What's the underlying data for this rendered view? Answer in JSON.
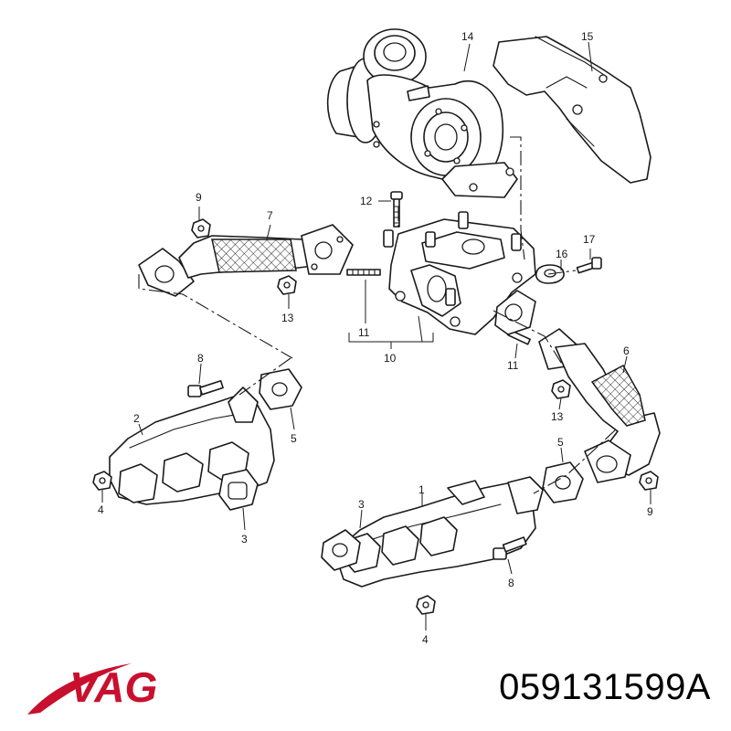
{
  "brand": {
    "name": "VAG",
    "color": "#c8102e"
  },
  "part_number": "059131599A",
  "callouts": {
    "c1": "1",
    "c2": "2",
    "c3a": "3",
    "c3b": "3",
    "c4a": "4",
    "c4b": "4",
    "c5a": "5",
    "c5b": "5",
    "c6": "6",
    "c7": "7",
    "c8a": "8",
    "c8b": "8",
    "c9a": "9",
    "c9b": "9",
    "c10": "10",
    "c11a": "11",
    "c11b": "11",
    "c12": "12",
    "c13a": "13",
    "c13b": "13",
    "c14": "14",
    "c15": "15",
    "c16": "16",
    "c17": "17"
  }
}
